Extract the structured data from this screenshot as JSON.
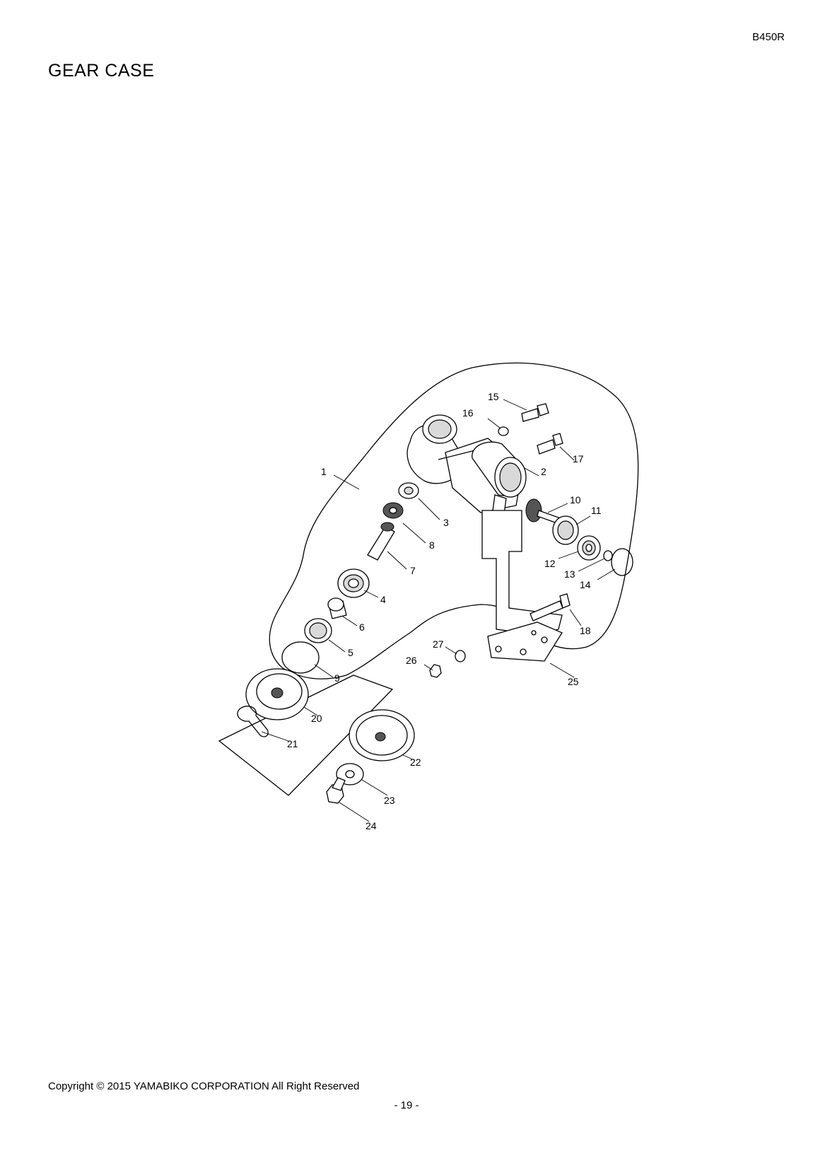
{
  "header": {
    "model_code": "B450R",
    "title": "GEAR CASE"
  },
  "diagram": {
    "callouts": [
      {
        "id": "c1",
        "label": "1"
      },
      {
        "id": "c2",
        "label": "2"
      },
      {
        "id": "c3",
        "label": "3"
      },
      {
        "id": "c4",
        "label": "4"
      },
      {
        "id": "c5",
        "label": "5"
      },
      {
        "id": "c6",
        "label": "6"
      },
      {
        "id": "c7",
        "label": "7"
      },
      {
        "id": "c8",
        "label": "8"
      },
      {
        "id": "c9",
        "label": "9"
      },
      {
        "id": "c10",
        "label": "10"
      },
      {
        "id": "c11",
        "label": "11"
      },
      {
        "id": "c12",
        "label": "12"
      },
      {
        "id": "c13",
        "label": "13"
      },
      {
        "id": "c14",
        "label": "14"
      },
      {
        "id": "c15",
        "label": "15"
      },
      {
        "id": "c16",
        "label": "16"
      },
      {
        "id": "c17",
        "label": "17"
      },
      {
        "id": "c18",
        "label": "18"
      },
      {
        "id": "c20",
        "label": "20"
      },
      {
        "id": "c21",
        "label": "21"
      },
      {
        "id": "c22",
        "label": "22"
      },
      {
        "id": "c23",
        "label": "23"
      },
      {
        "id": "c24",
        "label": "24"
      },
      {
        "id": "c25",
        "label": "25"
      },
      {
        "id": "c26",
        "label": "26"
      },
      {
        "id": "c27",
        "label": "27"
      }
    ]
  },
  "footer": {
    "copyright": "Copyright © 2015 YAMABIKO CORPORATION All Right Reserved",
    "page_number": "- 19 -"
  }
}
